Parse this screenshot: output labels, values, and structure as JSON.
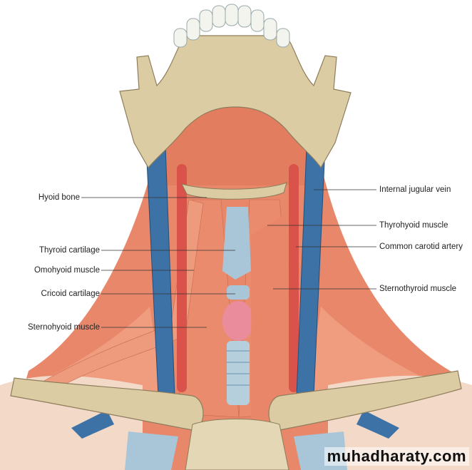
{
  "labels_left": [
    {
      "text": "Hyoid bone"
    },
    {
      "text": "Thyroid cartilage"
    },
    {
      "text": "Omohyoid muscle"
    },
    {
      "text": "Cricoid cartilage"
    },
    {
      "text": "Sternohyoid muscle"
    }
  ],
  "labels_right": [
    {
      "text": "Internal jugular vein"
    },
    {
      "text": "Thyrohyoid muscle"
    },
    {
      "text": "Common carotid artery"
    },
    {
      "text": "Sternothyroid muscle"
    }
  ],
  "watermark": "muhadharaty.com",
  "colors": {
    "muscle": "#e8876a",
    "bone": "#dccca4",
    "vein": "#3d72a6",
    "cartilage": "#a8c6d8",
    "thyroid": "#ea8c9b",
    "artery": "#d9534a"
  }
}
